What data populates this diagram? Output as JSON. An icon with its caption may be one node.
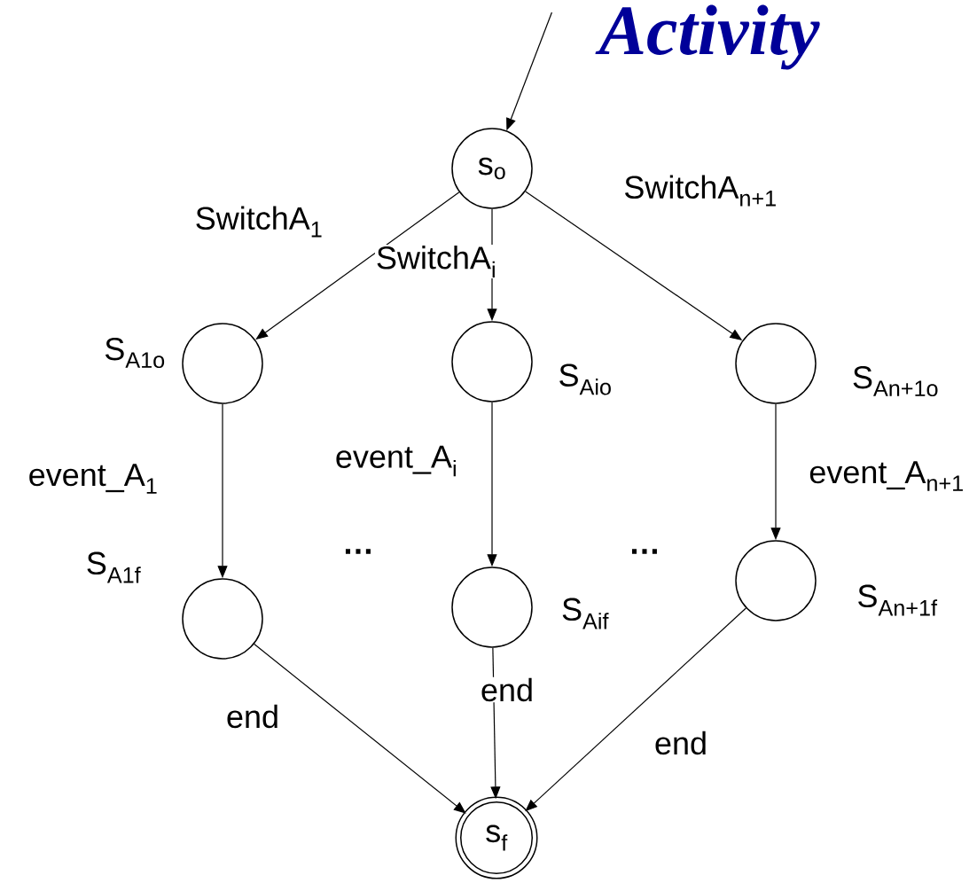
{
  "diagram": {
    "nodes": [
      {
        "text": [
          "Activity"
        ]
      },
      {
        "text": [
          "s$_{o}$"
        ]
      },
      {
        "text": [],
        "shape": "circle",
        "beside": [
          "S$_{A1o}$"
        ]
      },
      {
        "text": [],
        "shape": "circle",
        "beside": [
          "S$_{Aio}$"
        ]
      },
      {
        "text": [],
        "shape": "circle",
        "beside": [
          "S$_{An+1o}$"
        ]
      },
      {
        "text": [],
        "shape": "circle",
        "beside": [
          "S$_{A1f}$"
        ]
      },
      {
        "text": [],
        "shape": "circle",
        "beside": [
          "S$_{Aif}$"
        ]
      },
      {
        "text": [],
        "shape": "circle",
        "beside": [
          "S$_{An+1f}$"
        ]
      },
      {
        "text": [
          "s$_{f}$"
        ]
      }
    ],
    "edges": [
      {
        "from": 0,
        "to": 1,
        "arrow": "to"
      },
      {
        "from": 1,
        "to": 2,
        "arrow": "to",
        "label": "SwitchA$_{1}$"
      },
      {
        "from": 1,
        "to": 3,
        "arrow": "to",
        "label": "SwitchA$_{i}$"
      },
      {
        "from": 1,
        "to": 4,
        "arrow": "to",
        "label": "SwitchA$_{n+1}$"
      },
      {
        "from": 2,
        "to": 5,
        "arrow": "to",
        "label": "event_A$_{1}$"
      },
      {
        "from": 3,
        "to": 6,
        "arrow": "to",
        "label": "event_A$_{i}$"
      },
      {
        "from": 4,
        "to": 7,
        "arrow": "to",
        "label": "event_A$_{n+1}$"
      },
      {
        "from": 5,
        "to": 8,
        "arrow": "to",
        "label": "end"
      },
      {
        "from": 6,
        "to": 8,
        "arrow": "to",
        "label": "end"
      },
      {
        "from": 7,
        "to": 8,
        "arrow": "to",
        "label": "end"
      }
    ],
    "labels": [
      "…",
      "…"
    ]
  }
}
